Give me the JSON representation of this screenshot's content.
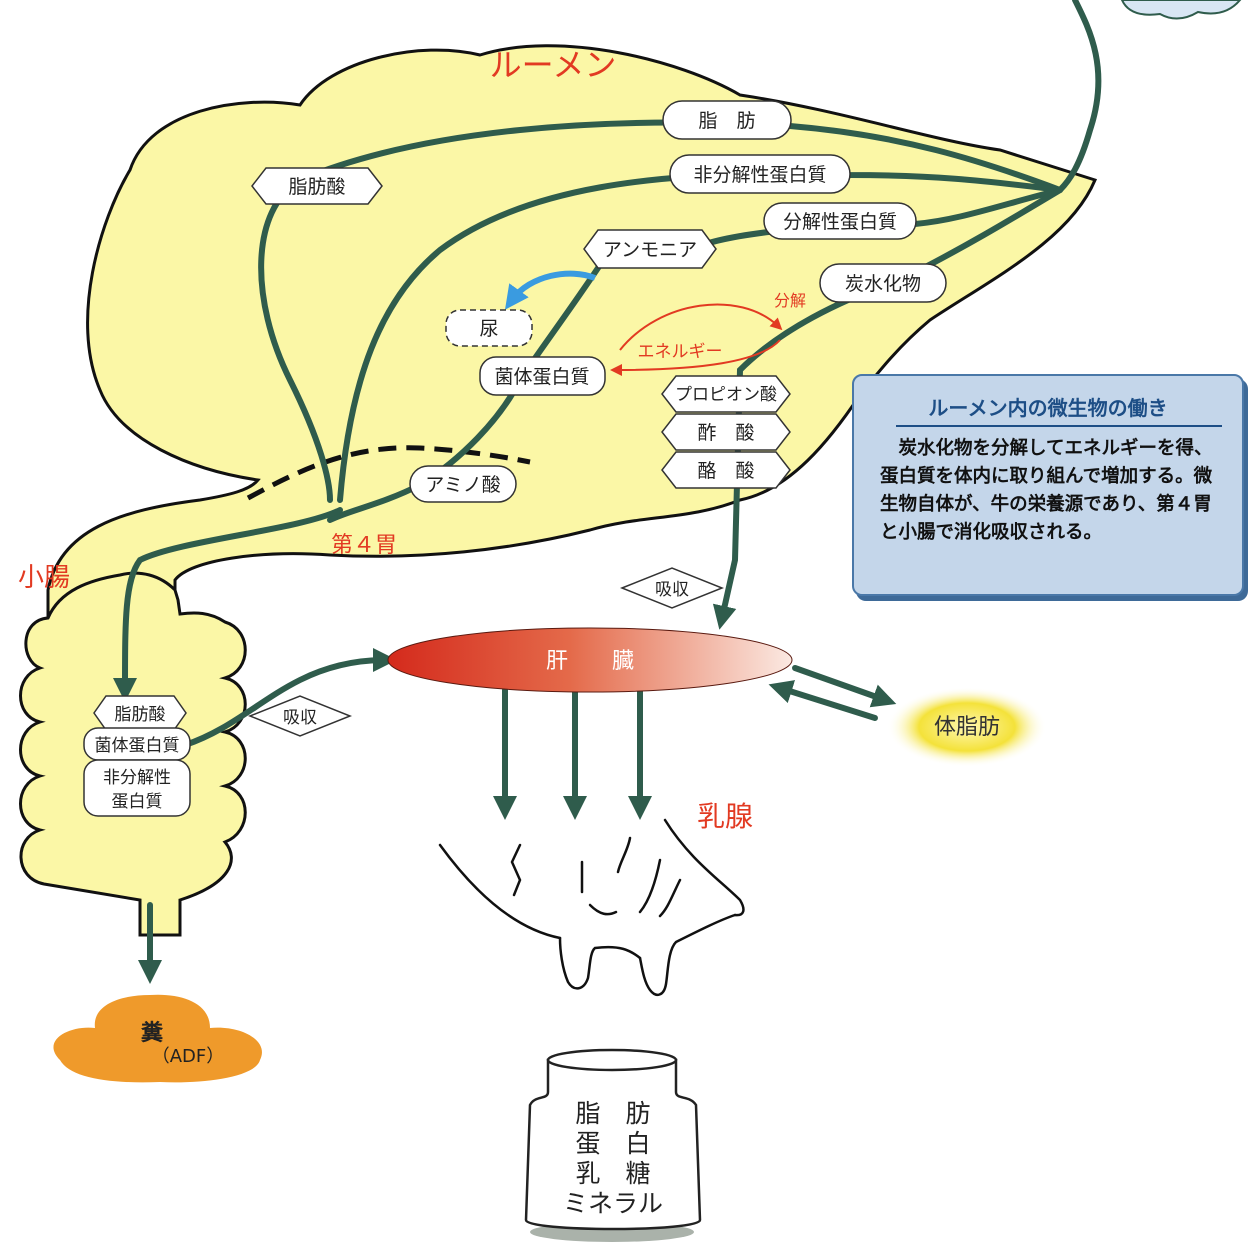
{
  "organs": {
    "rumen": "ルーメン",
    "abomasum": "第４胃",
    "small_intestine": "小腸",
    "liver": "肝　　臓",
    "mammary": "乳腺",
    "body_fat": "体脂肪"
  },
  "rumen_nutrients": {
    "fat": "脂　肪",
    "undegradable_protein": "非分解性蛋白質",
    "degradable_protein": "分解性蛋白質",
    "carbohydrate": "炭水化物",
    "fatty_acid": "脂肪酸",
    "ammonia": "アンモニア",
    "urine": "尿",
    "microbial_protein": "菌体蛋白質",
    "propionic_acid": "プロピオン酸",
    "acetic_acid": "酢　酸",
    "butyric_acid": "酪　酸",
    "amino_acid": "アミノ酸",
    "decompose": "分解",
    "energy": "エネルギー"
  },
  "absorption": {
    "label_rumen": "吸収",
    "label_intestine": "吸収"
  },
  "intestine_nutrients": {
    "fatty_acid": "脂肪酸",
    "microbial_protein": "菌体蛋白質",
    "undegradable_line1": "非分解性",
    "undegradable_line2": "蛋白質"
  },
  "feces": {
    "label": "糞",
    "sub": "（ADF）"
  },
  "milk_bottle": [
    "脂　肪",
    "蛋　白",
    "乳　糖",
    "ミネラル"
  ],
  "info_box": {
    "title": "ルーメン内の微生物の働き",
    "body": "炭水化物を分解してエネルギーを得、蛋白質を体内に取り組んで増加する。微生物自体が、牛の栄養源であり、第４胃と小腸で消化吸収される。"
  },
  "colors": {
    "rumen_fill": "#fbf7a6",
    "flow_line": "#2f5c4c",
    "label_red": "#e23a22",
    "feces": "#ef9a2b",
    "body_fat_glow": "#f5e53c"
  }
}
